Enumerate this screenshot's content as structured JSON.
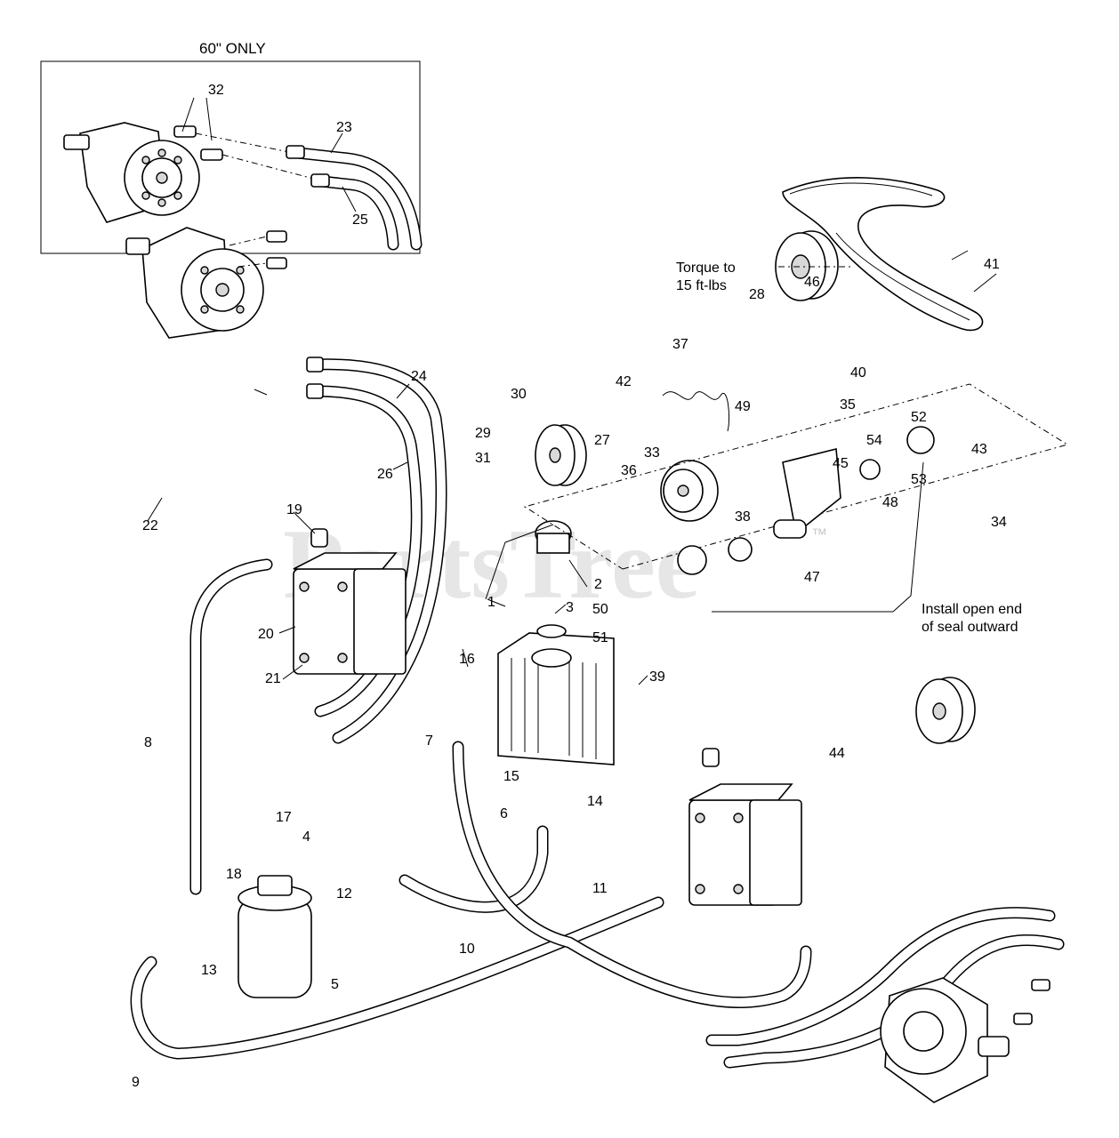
{
  "title": "60\" ONLY",
  "watermark": {
    "text": "PartsTree",
    "tm": "™"
  },
  "notes": {
    "torque_line1": "Torque to",
    "torque_line2": "15 ft-lbs",
    "seal_line1": "Install open end",
    "seal_line2": "of seal outward"
  },
  "callouts": [
    "32",
    "23",
    "25",
    "22",
    "41",
    "28",
    "46",
    "40",
    "37",
    "42",
    "49",
    "35",
    "52",
    "43",
    "30",
    "29",
    "27",
    "31",
    "54",
    "45",
    "53",
    "36",
    "33",
    "24",
    "26",
    "19",
    "20",
    "2",
    "1",
    "3",
    "50",
    "51",
    "38",
    "47",
    "34",
    "48",
    "21",
    "16",
    "39",
    "8",
    "7",
    "15",
    "14",
    "6",
    "17",
    "4",
    "18",
    "12",
    "10",
    "11",
    "13",
    "5",
    "9",
    "44"
  ]
}
